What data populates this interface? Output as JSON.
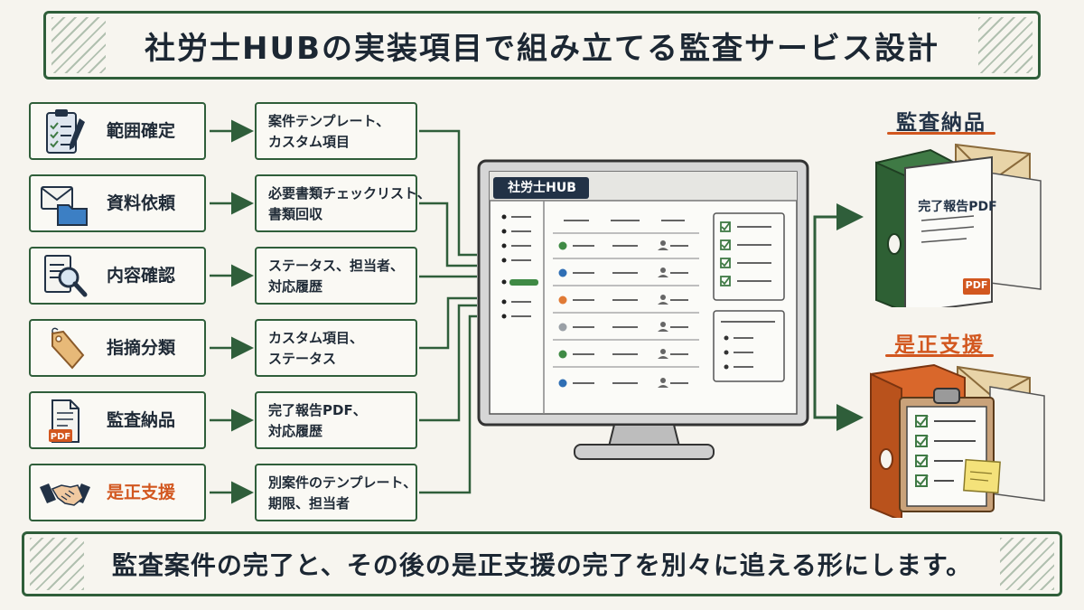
{
  "title": "社労士HUBの実装項目で組み立てる監査サービス設計",
  "footer": "監査案件の完了と、その後の是正支援の完了を別々に追える形にします。",
  "steps": [
    {
      "label": "範囲確定",
      "icon": "clipboard-checklist-icon",
      "features": [
        "案件テンプレート、",
        "カスタム項目"
      ]
    },
    {
      "label": "資料依頼",
      "icon": "envelope-folder-icon",
      "features": [
        "必要書類チェックリスト、",
        "書類回収"
      ]
    },
    {
      "label": "内容確認",
      "icon": "magnifier-document-icon",
      "features": [
        "ステータス、担当者、",
        "対応履歴"
      ]
    },
    {
      "label": "指摘分類",
      "icon": "tag-icon",
      "features": [
        "カスタム項目、",
        "ステータス"
      ]
    },
    {
      "label": "監査納品",
      "icon": "pdf-document-icon",
      "features": [
        "完了報告PDF、",
        "対応履歴"
      ]
    },
    {
      "label": "是正支援",
      "icon": "handshake-icon",
      "features": [
        "別案件のテンプレート、",
        "期限、担当者"
      ]
    }
  ],
  "monitor": {
    "app_label": "社労士HUB"
  },
  "outputs": {
    "delivery": {
      "title": "監査納品",
      "doc_title": "完了報告PDF",
      "pdf_badge": "PDF"
    },
    "correction": {
      "title": "是正支援"
    }
  },
  "colors": {
    "frame_green": "#2f5e3a",
    "navy": "#223246",
    "accent_orange": "#d2571f",
    "binder_green": "#3f7a45",
    "binder_orange": "#d9672b",
    "dot_green": "#3f8a45",
    "dot_blue": "#2f6fb5",
    "dot_orange": "#e07a35",
    "dot_gray": "#9aa0a6"
  }
}
